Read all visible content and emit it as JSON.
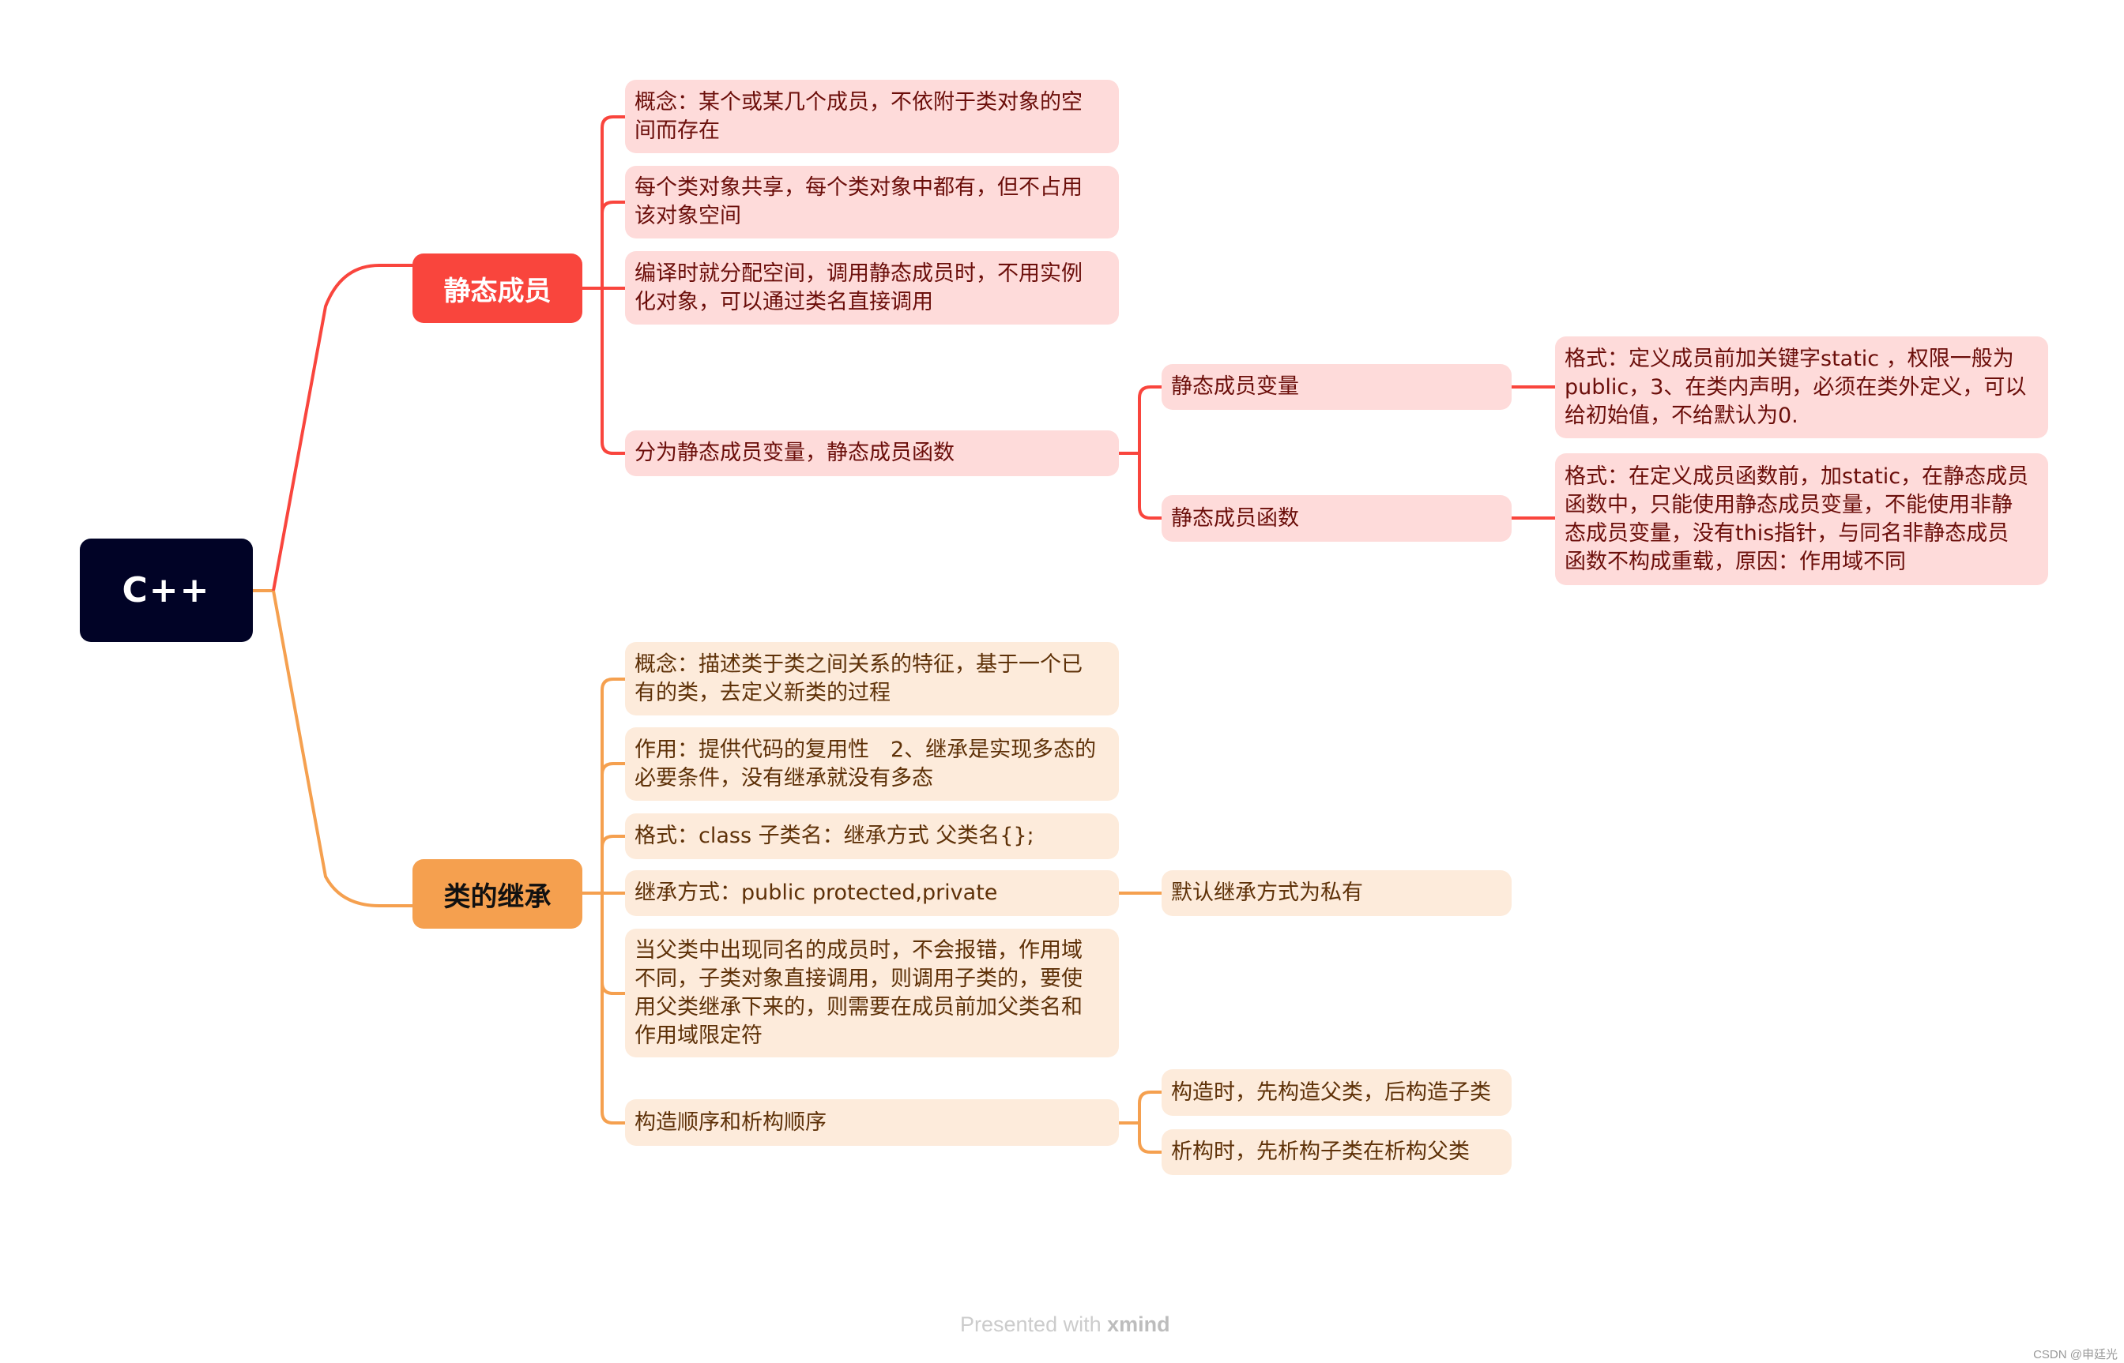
{
  "root": {
    "label": "C++",
    "color": "#010326"
  },
  "branches": [
    {
      "label": "静态成员",
      "color": "#F9453D",
      "children": [
        {
          "text": "概念：某个或某几个成员，不依附于类对象的空间而存在"
        },
        {
          "text": "每个类对象共享，每个类对象中都有，但不占用该对象空间"
        },
        {
          "text": "编译时就分配空间，调用静态成员时，不用实例化对象，可以通过类名直接调用"
        },
        {
          "text": "分为静态成员变量，静态成员函数",
          "children": [
            {
              "text": "静态成员变量",
              "children": [
                {
                  "text": "格式：定义成员前加关键字static ，权限一般为public，3、在类内声明，必须在类外定义，可以给初始值，不给默认为0."
                }
              ]
            },
            {
              "text": "静态成员函数",
              "children": [
                {
                  "text": "格式：在定义成员函数前，加static，在静态成员函数中，只能使用静态成员变量，不能使用非静态成员变量，没有this指针，与同名非静态成员函数不构成重载，原因：作用域不同"
                }
              ]
            }
          ]
        }
      ]
    },
    {
      "label": "类的继承",
      "color": "#F5A04F",
      "children": [
        {
          "text": "概念：描述类于类之间关系的特征，基于一个已有的类，去定义新类的过程"
        },
        {
          "text": "作用：提供代码的复用性　2、继承是实现多态的必要条件，没有继承就没有多态"
        },
        {
          "text": "格式：class 子类名：继承方式 父类名{};"
        },
        {
          "text": "继承方式：public protected,private",
          "children": [
            {
              "text": "默认继承方式为私有"
            }
          ]
        },
        {
          "text": "当父类中出现同名的成员时，不会报错，作用域不同，子类对象直接调用，则调用子类的，要使用父类继承下来的，则需要在成员前加父类名和作用域限定符"
        },
        {
          "text": "构造顺序和析构顺序",
          "children": [
            {
              "text": "构造时，先构造父类，后构造子类"
            },
            {
              "text": "析构时，先析构子类在析构父类"
            }
          ]
        }
      ]
    }
  ],
  "lines": {
    "b0": [
      "概念：某个或某几个成员，不依附于类对象的空",
      "间而存在"
    ],
    "b1": [
      "每个类对象共享，每个类对象中都有，但不占用",
      "该对象空间"
    ],
    "b2": [
      "编译时就分配空间，调用静态成员时，不用实例",
      "化对象，可以通过类名直接调用"
    ],
    "b3": [
      "分为静态成员变量，静态成员函数"
    ],
    "b3a": [
      "静态成员变量"
    ],
    "b3b": [
      "静态成员函数"
    ],
    "b3a1": [
      "格式：定义成员前加关键字static ，权限一般为",
      "public，3、在类内声明，必须在类外定义，可以",
      "给初始值，不给默认为0."
    ],
    "b3b1": [
      "格式：在定义成员函数前，加static，在静态成员",
      "函数中，只能使用静态成员变量，不能使用非静",
      "态成员变量，没有this指针，与同名非静态成员",
      "函数不构成重载，原因：作用域不同"
    ],
    "c0": [
      "概念：描述类于类之间关系的特征，基于一个已",
      "有的类，去定义新类的过程"
    ],
    "c1": [
      "作用：提供代码的复用性　2、继承是实现多态的",
      "必要条件，没有继承就没有多态"
    ],
    "c2": [
      "格式：class 子类名：继承方式 父类名{};"
    ],
    "c3": [
      "继承方式：public protected,private"
    ],
    "c3a": [
      "默认继承方式为私有"
    ],
    "c4": [
      "当父类中出现同名的成员时，不会报错，作用域",
      "不同，子类对象直接调用，则调用子类的，要使",
      "用父类继承下来的，则需要在成员前加父类名和",
      "作用域限定符"
    ],
    "c5": [
      "构造顺序和析构顺序"
    ],
    "c5a": [
      "构造时，先构造父类，后构造子类"
    ],
    "c5b": [
      "析构时，先析构子类在析构父类"
    ]
  },
  "footer": {
    "presented": "Presented with ",
    "brand": "xmind"
  },
  "credit": "CSDN @申廷光"
}
